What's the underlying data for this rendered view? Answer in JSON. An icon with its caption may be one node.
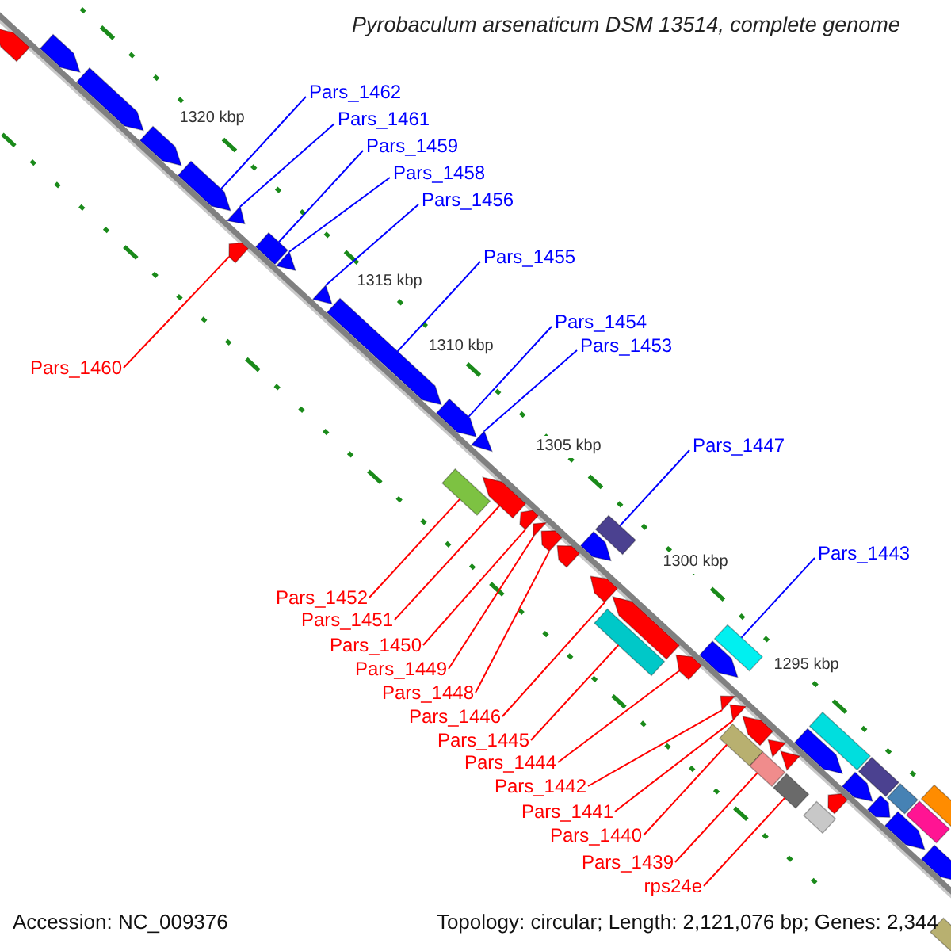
{
  "diagram": {
    "title": "Pyrobaculum arsenaticum DSM 13514, complete genome",
    "nodes": [
      {
        "text": [
          "Pars_1462"
        ]
      },
      {
        "text": [
          "Pars_1461"
        ]
      },
      {
        "text": [
          "Pars_1459"
        ]
      },
      {
        "text": [
          "Pars_1458"
        ]
      },
      {
        "text": [
          "Pars_1456"
        ]
      },
      {
        "text": [
          "Pars_1455"
        ]
      },
      {
        "text": [
          "Pars_1454"
        ]
      },
      {
        "text": [
          "Pars_1453"
        ]
      },
      {
        "text": [
          "Pars_1460"
        ]
      },
      {
        "text": [
          "Pars_1447"
        ]
      },
      {
        "text": [
          "Pars_1443"
        ]
      },
      {
        "text": [
          "Pars_1452"
        ]
      },
      {
        "text": [
          "Pars_1451"
        ]
      },
      {
        "text": [
          "Pars_1450"
        ]
      },
      {
        "text": [
          "Pars_1449"
        ]
      },
      {
        "text": [
          "Pars_1448"
        ]
      },
      {
        "text": [
          "Pars_1446"
        ]
      },
      {
        "text": [
          "Pars_1445"
        ]
      },
      {
        "text": [
          "Pars_1444"
        ]
      },
      {
        "text": [
          "Pars_1442"
        ]
      },
      {
        "text": [
          "Pars_1441"
        ]
      },
      {
        "text": [
          "Pars_1440"
        ]
      },
      {
        "text": [
          "Pars_1439"
        ]
      },
      {
        "text": [
          "rps24e"
        ]
      },
      {
        "text": [],
        "shape": "arrow"
      },
      {
        "text": [],
        "shape": "arrow"
      },
      {
        "text": [],
        "shape": "arrow"
      },
      {
        "text": [],
        "shape": "arrow"
      },
      {
        "text": [],
        "shape": "arrow"
      },
      {
        "text": [],
        "shape": "arrow"
      },
      {
        "text": [],
        "shape": "arrow"
      },
      {
        "text": [],
        "shape": "box"
      },
      {
        "text": [],
        "shape": "arrow"
      },
      {
        "text": [],
        "shape": "arrow"
      },
      {
        "text": [],
        "shape": "arrow"
      },
      {
        "text": [],
        "shape": "arrow"
      },
      {
        "text": [],
        "shape": "arrow"
      },
      {
        "text": [],
        "shape": "box"
      },
      {
        "text": [],
        "shape": "arrow"
      },
      {
        "text": [],
        "shape": "arrow"
      },
      {
        "text": [],
        "shape": "arrow"
      },
      {
        "text": [],
        "shape": "arrow"
      },
      {
        "text": [],
        "shape": "arrow"
      },
      {
        "text": [],
        "shape": "arrow"
      },
      {
        "text": [],
        "shape": "box"
      },
      {
        "text": [],
        "shape": "arrow"
      },
      {
        "text": [],
        "shape": "arrow"
      },
      {
        "text": [],
        "shape": "box"
      },
      {
        "text": [],
        "shape": "arrow"
      },
      {
        "text": [],
        "shape": "arrow"
      },
      {
        "text": [],
        "shape": "box"
      },
      {
        "text": [],
        "shape": "arrow"
      },
      {
        "text": [],
        "shape": "arrow"
      },
      {
        "text": [],
        "shape": "box"
      },
      {
        "text": [],
        "shape": "arrow"
      },
      {
        "text": [],
        "shape": "arrow"
      },
      {
        "text": [],
        "shape": "box"
      },
      {
        "text": [],
        "shape": "arrow"
      },
      {
        "text": [],
        "shape": "box"
      },
      {
        "text": [],
        "shape": "arrow"
      },
      {
        "text": [],
        "shape": "box"
      },
      {
        "text": [],
        "shape": "box"
      },
      {
        "text": [],
        "shape": "arrow"
      },
      {
        "text": [],
        "shape": "arrow"
      },
      {
        "text": [],
        "shape": "box"
      },
      {
        "text": [],
        "shape": "arrow"
      },
      {
        "text": [],
        "shape": "box"
      },
      {
        "text": [],
        "shape": "arrow"
      },
      {
        "text": [],
        "shape": "box"
      },
      {
        "text": [],
        "shape": "box"
      },
      {
        "text": [],
        "shape": "arrow"
      },
      {
        "text": [],
        "shape": "box"
      }
    ],
    "edges": [
      {
        "from": 0,
        "to": 28,
        "arrow": "none",
        "color": "#0000ff"
      },
      {
        "from": 1,
        "to": 29,
        "arrow": "none",
        "color": "#0000ff"
      },
      {
        "from": 2,
        "to": 31,
        "arrow": "none",
        "color": "#0000ff"
      },
      {
        "from": 3,
        "to": 32,
        "arrow": "none",
        "color": "#0000ff"
      },
      {
        "from": 4,
        "to": 33,
        "arrow": "none",
        "color": "#0000ff"
      },
      {
        "from": 5,
        "to": 34,
        "arrow": "none",
        "color": "#0000ff"
      },
      {
        "from": 6,
        "to": 35,
        "arrow": "none",
        "color": "#0000ff"
      },
      {
        "from": 7,
        "to": 36,
        "arrow": "none",
        "color": "#0000ff"
      },
      {
        "from": 8,
        "to": 30,
        "arrow": "none"
      },
      {
        "from": 9,
        "to": 44,
        "arrow": "none",
        "color": "#0000ff"
      },
      {
        "from": 10,
        "to": 50,
        "arrow": "none",
        "color": "#0000ff"
      },
      {
        "from": 11,
        "to": 37,
        "arrow": "none"
      },
      {
        "from": 12,
        "to": 38,
        "arrow": "none"
      },
      {
        "from": 13,
        "to": 39,
        "arrow": "none"
      },
      {
        "from": 14,
        "to": 40,
        "arrow": "none"
      },
      {
        "from": 15,
        "to": 41,
        "arrow": "none"
      },
      {
        "from": 16,
        "to": 45,
        "arrow": "none"
      },
      {
        "from": 17,
        "to": 47,
        "arrow": "none"
      },
      {
        "from": 18,
        "to": 48,
        "arrow": "none"
      },
      {
        "from": 19,
        "to": 51,
        "arrow": "none"
      },
      {
        "from": 20,
        "to": 52,
        "arrow": "none"
      },
      {
        "from": 21,
        "to": 53,
        "arrow": "none"
      },
      {
        "from": 22,
        "to": 56,
        "arrow": "none"
      },
      {
        "from": 23,
        "to": 58,
        "arrow": "none"
      }
    ],
    "labels": [
      "1320 kbp",
      "1315 kbp",
      "1310 kbp",
      "1305 kbp",
      "1300 kbp",
      "1295 kbp",
      "Accession: NC_009376",
      "Topology: circular; Length: 2,121,076 bp; Genes: 2,344"
    ]
  }
}
